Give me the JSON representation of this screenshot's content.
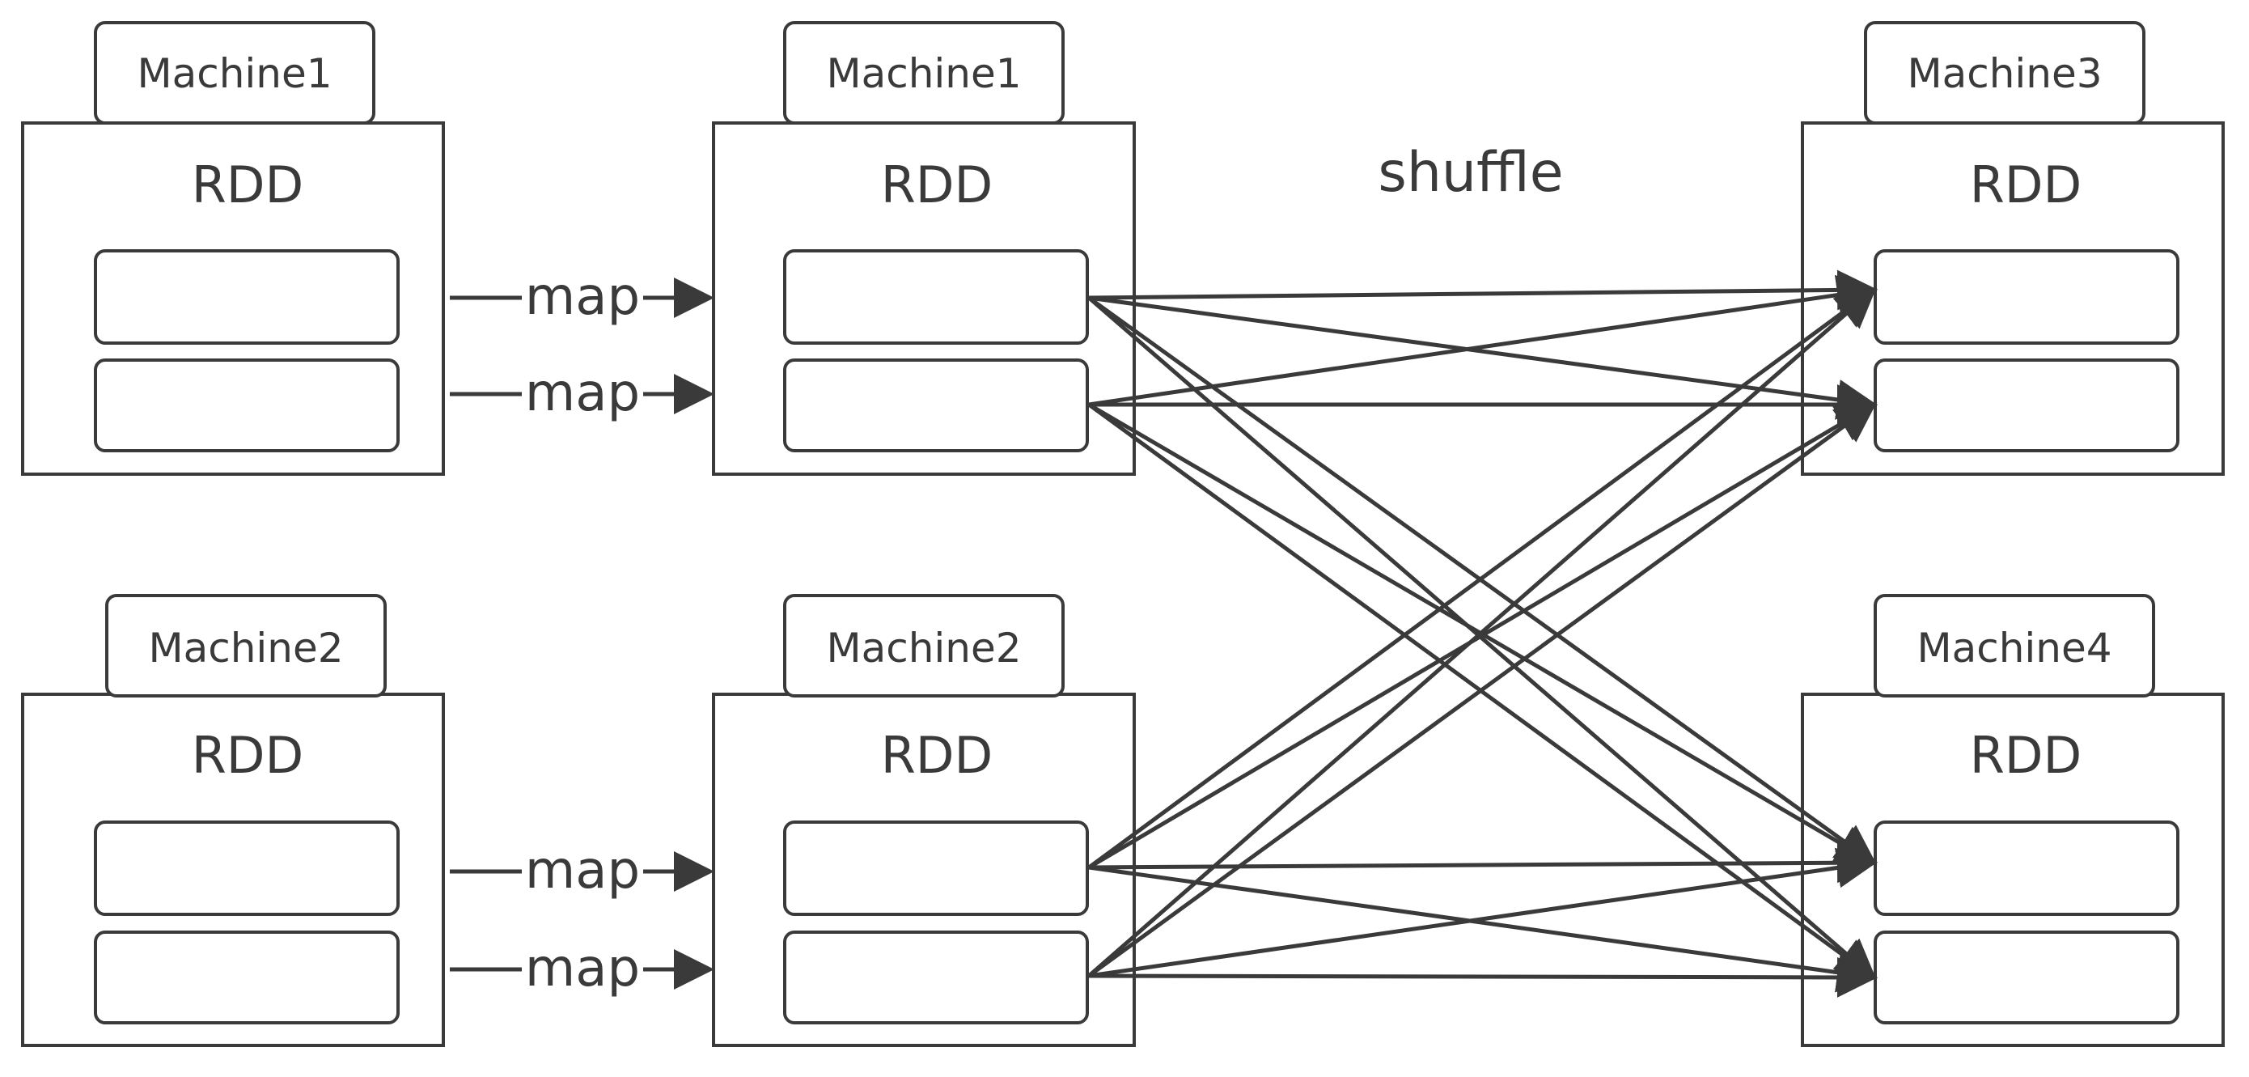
{
  "labels": {
    "machine1": "Machine1",
    "machine2": "Machine2",
    "machine3": "Machine3",
    "machine4": "Machine4",
    "rdd": "RDD",
    "map": "map",
    "shuffle": "shuffle"
  },
  "colors": {
    "stroke": "#3a3a3a",
    "background": "#ffffff"
  }
}
